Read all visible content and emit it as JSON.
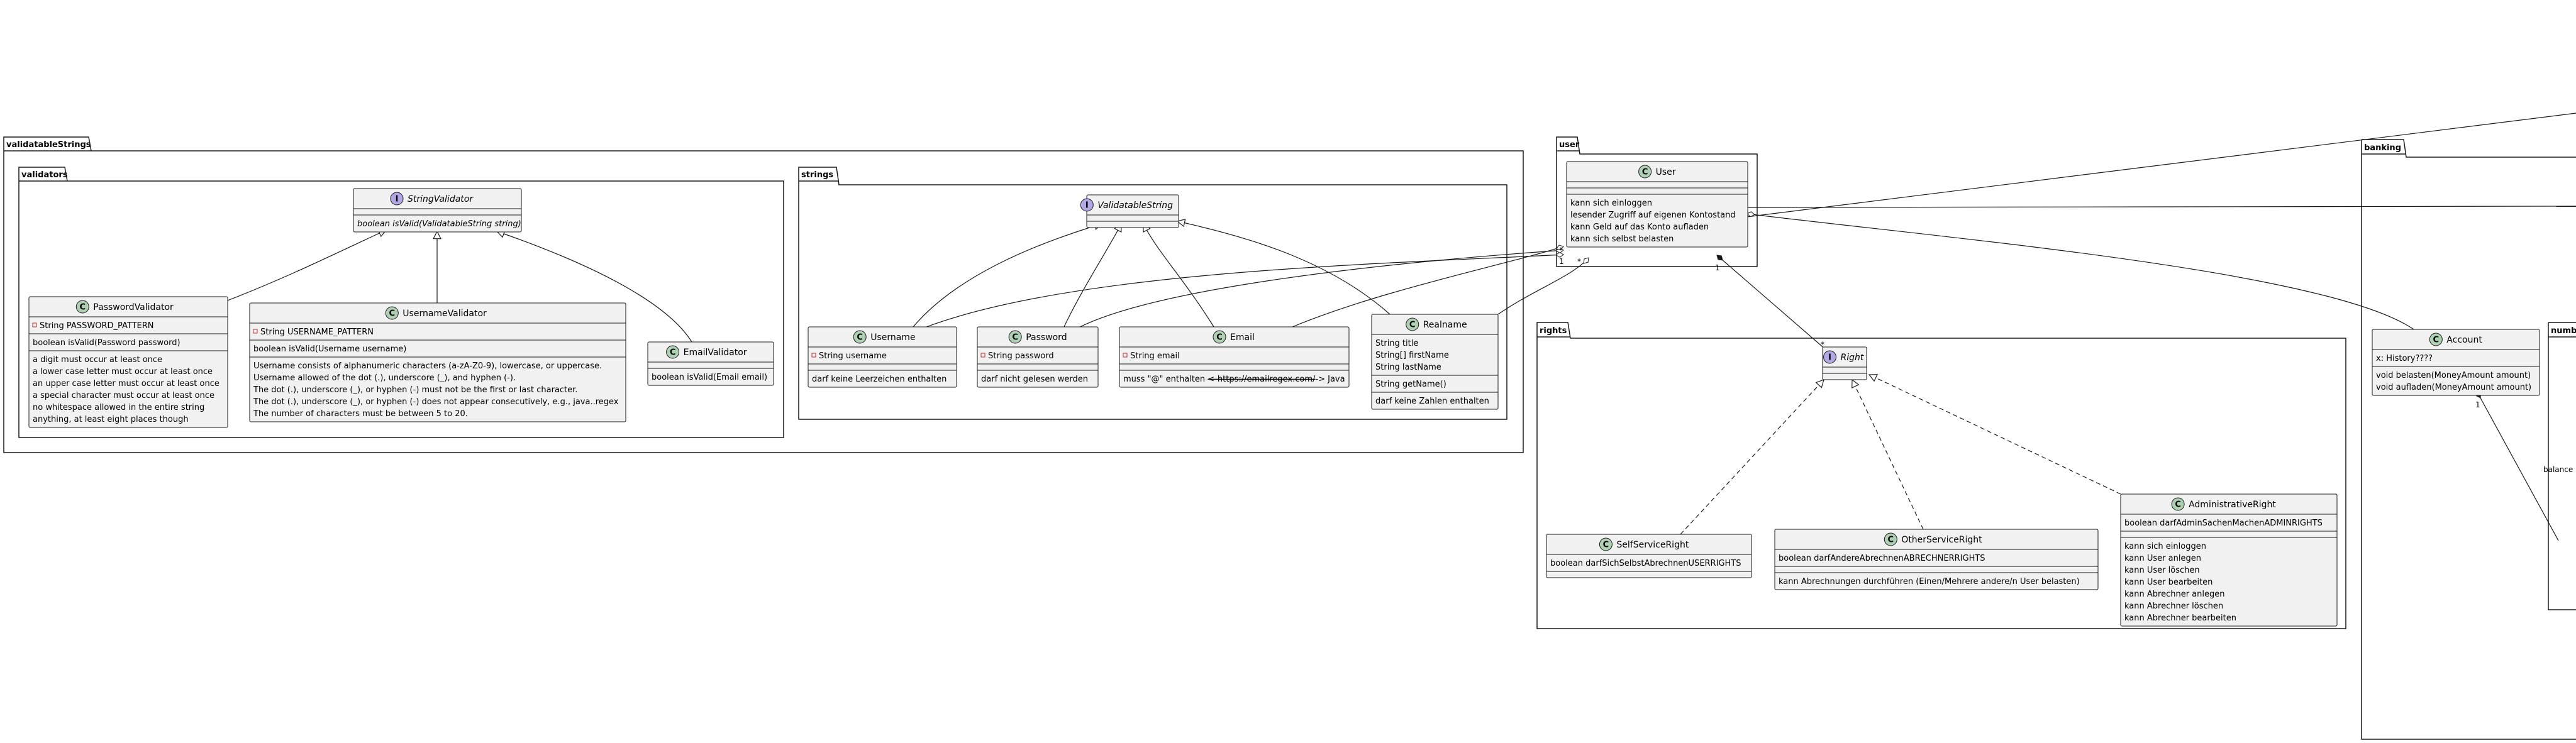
{
  "colors": {
    "class_fill": "#F1F1F1",
    "class_border": "#181818",
    "class_circle": "#ADD1B2",
    "interface_circle": "#B4A7E5",
    "private_marker": "#C82930"
  },
  "packages": {
    "validatableStrings": "validatableStrings",
    "validators": "validators",
    "strings": "strings",
    "user": "user",
    "rights": "rights",
    "banking": "banking",
    "numb": "numb"
  },
  "classes": {
    "stringvalidator": {
      "stereotype": "I",
      "name": "StringValidator",
      "methods": [
        "boolean isValid(ValidatableString string)"
      ]
    },
    "passwordvalidator": {
      "stereotype": "C",
      "name": "PasswordValidator",
      "fields": [
        "String PASSWORD_PATTERN"
      ],
      "methods": [
        "boolean isValid(Password password)"
      ],
      "notes": [
        "a digit must occur at least once",
        "a lower case letter must occur at least once",
        "an upper case letter must occur at least once",
        "a special character must occur at least once",
        "no whitespace allowed in the entire string",
        "anything, at least eight places though"
      ]
    },
    "usernamevalidator": {
      "stereotype": "C",
      "name": "UsernameValidator",
      "fields": [
        "String USERNAME_PATTERN"
      ],
      "methods": [
        "boolean isValid(Username username)"
      ],
      "notes": [
        "Username consists of alphanumeric characters (a-zA-Z0-9), lowercase, or uppercase.",
        "Username allowed of the dot (.), underscore (_), and hyphen (-).",
        "The dot (.), underscore (_), or hyphen (-) must not be the first or last character.",
        "The dot (.), underscore (_), or hyphen (-) does not appear consecutively, e.g., java..regex",
        "The number of characters must be between 5 to 20."
      ]
    },
    "emailvalidator": {
      "stereotype": "C",
      "name": "EmailValidator",
      "methods": [
        "boolean isValid(Email email)"
      ]
    },
    "validatablestring": {
      "stereotype": "I",
      "name": "ValidatableString"
    },
    "username": {
      "stereotype": "C",
      "name": "Username",
      "fields": [
        "String username"
      ],
      "notes": [
        "darf keine Leerzeichen enthalten"
      ]
    },
    "password": {
      "stereotype": "C",
      "name": "Password",
      "fields": [
        "String password"
      ],
      "notes": [
        "darf nicht gelesen werden"
      ]
    },
    "email": {
      "stereotype": "C",
      "name": "Email",
      "fields": [
        "String email"
      ],
      "note_prefix": "muss \"@\" enthalten ",
      "note_strike": "<-https://emailregex.com/",
      "note_suffix": "-> Java"
    },
    "realname": {
      "stereotype": "C",
      "name": "Realname",
      "fields": [
        "String title",
        "String[] firstName",
        "String lastName"
      ],
      "methods": [
        "String getName()"
      ],
      "notes": [
        "darf keine Zahlen enthalten"
      ]
    },
    "user": {
      "stereotype": "C",
      "name": "User",
      "notes": [
        "kann sich einloggen",
        "lesender Zugriff auf eigenen Kontostand",
        "kann Geld auf das Konto aufladen",
        "kann sich selbst belasten"
      ]
    },
    "right": {
      "stereotype": "I",
      "name": "Right"
    },
    "selfserviceright": {
      "stereotype": "C",
      "name": "SelfServiceRight",
      "fields": [
        "boolean darfSichSelbstAbrechnenUSERRIGHTS"
      ]
    },
    "otherserviceright": {
      "stereotype": "C",
      "name": "OtherServiceRight",
      "fields": [
        "boolean darfAndereAbrechnenABRECHNERRIGHTS"
      ],
      "notes": [
        "kann Abrechnungen durchführen (Einen/Mehrere andere/n User belasten)"
      ]
    },
    "administrativeright": {
      "stereotype": "C",
      "name": "AdministrativeRight",
      "fields": [
        "boolean darfAdminSachenMachenADMINRIGHTS"
      ],
      "notes": [
        "kann sich einloggen",
        "kann User anlegen",
        "kann User löschen",
        "kann User bearbeiten",
        "kann Abrechner anlegen",
        "kann Abrechner löschen",
        "kann Abrechner bearbeiten"
      ]
    },
    "account": {
      "stereotype": "C",
      "name": "Account",
      "fields": [
        "x: History????"
      ],
      "methods": [
        "void belasten(MoneyAmount amount)",
        "void aufladen(MoneyAmount amount)"
      ]
    }
  },
  "labels": {
    "balance": "balance",
    "mult_star_user_left": "*",
    "mult_one_user_left": "1",
    "mult_star_user_bottom": "*",
    "mult_one_user_bottom": "1",
    "mult_star_right": "*",
    "mult_one_account": "1"
  }
}
